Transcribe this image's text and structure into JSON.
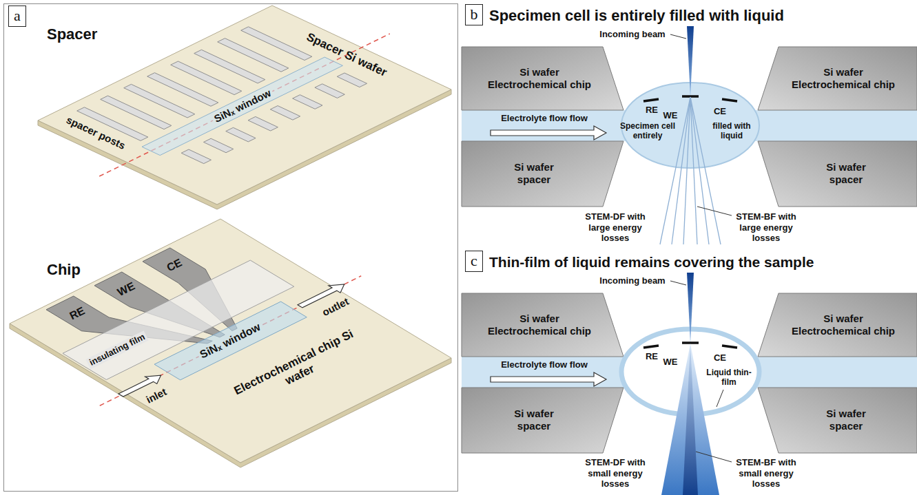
{
  "diagram": {
    "nodes": [
      {
        "text": [
          "a"
        ]
      },
      {
        "text": [
          "Spacer Si wafer",
          "spacer posts"
        ]
      },
      {
        "text": [
          "SiNₓ window"
        ],
        "in": 1
      },
      {
        "text": [
          "Electrochemical chip Si wafer"
        ]
      },
      {
        "text": [
          "RE"
        ],
        "in": 3
      },
      {
        "text": [
          "WE"
        ],
        "in": 3
      },
      {
        "text": [
          "CE"
        ],
        "in": 3
      },
      {
        "text": [
          "insulating film"
        ],
        "in": 3
      },
      {
        "text": [
          "SiNₓ window"
        ],
        "in": 3
      },
      {
        "text": [
          "b"
        ]
      },
      {
        "text": [
          "Si wafer Electrochemical chip"
        ]
      },
      {
        "text": [
          "Si wafer Electrochemical chip"
        ]
      },
      {
        "text": [
          "Specimen cell entirely",
          "filled with liquid"
        ]
      },
      {
        "text": [
          "Si wafer spacer"
        ]
      },
      {
        "text": [
          "Si wafer spacer"
        ]
      },
      {
        "text": [
          "c"
        ]
      },
      {
        "text": [
          "Si wafer Electrochemical chip"
        ]
      },
      {
        "text": [
          "Si wafer Electrochemical chip"
        ]
      },
      {
        "text": [
          "Liquid thin-film"
        ]
      },
      {
        "text": [
          "Si wafer spacer"
        ]
      },
      {
        "text": [
          "Si wafer spacer"
        ]
      }
    ],
    "labels": [
      "Spacer",
      "Chip",
      "inlet",
      "outlet",
      "Specimen cell is entirely filled with liquid",
      "Incoming beam",
      "RE",
      "WE",
      "CE",
      "Electrolyte flow flow",
      "STEM-DF with large energy losses",
      "STEM-BF with large energy losses",
      "Thin-film of liquid remains covering the sample",
      "Incoming beam",
      "RE",
      "WE",
      "CE",
      "Electrolyte flow flow",
      "STEM-DF with small energy losses",
      "STEM-BF with small energy losses"
    ]
  }
}
